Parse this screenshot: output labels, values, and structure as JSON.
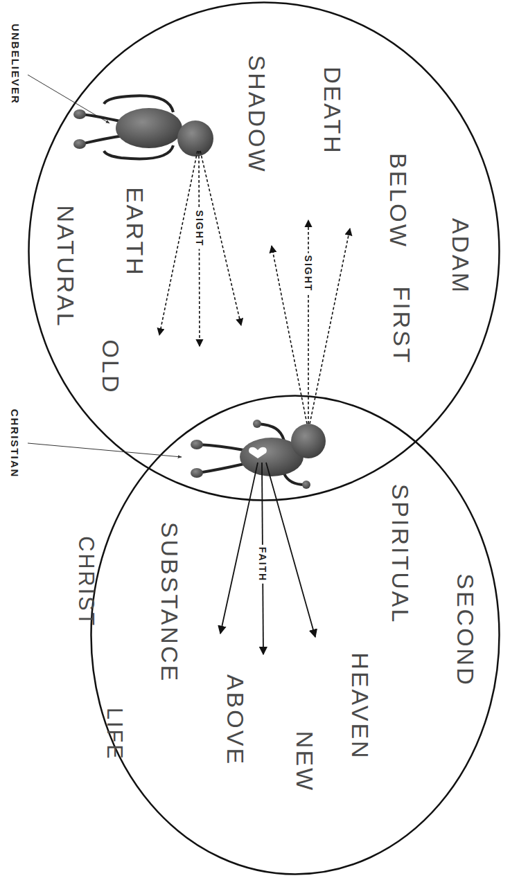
{
  "diagram": {
    "nodes": [
      {
        "text": [
          "ADAM",
          "DEATH",
          "BELOW",
          "SHADOW",
          "FIRST",
          "EARTH",
          "NATURAL",
          "OLD"
        ]
      },
      {
        "text": [
          "SECOND",
          "SPIRITUAL",
          "HEAVEN",
          "SUBSTANCE",
          "NEW",
          "ABOVE",
          "CHRIST",
          "LIFE"
        ]
      }
    ],
    "labels": [
      "UNBELIEVER",
      "SIGHT",
      "SIGHT",
      "CHRISTIAN",
      "FAITH"
    ]
  }
}
